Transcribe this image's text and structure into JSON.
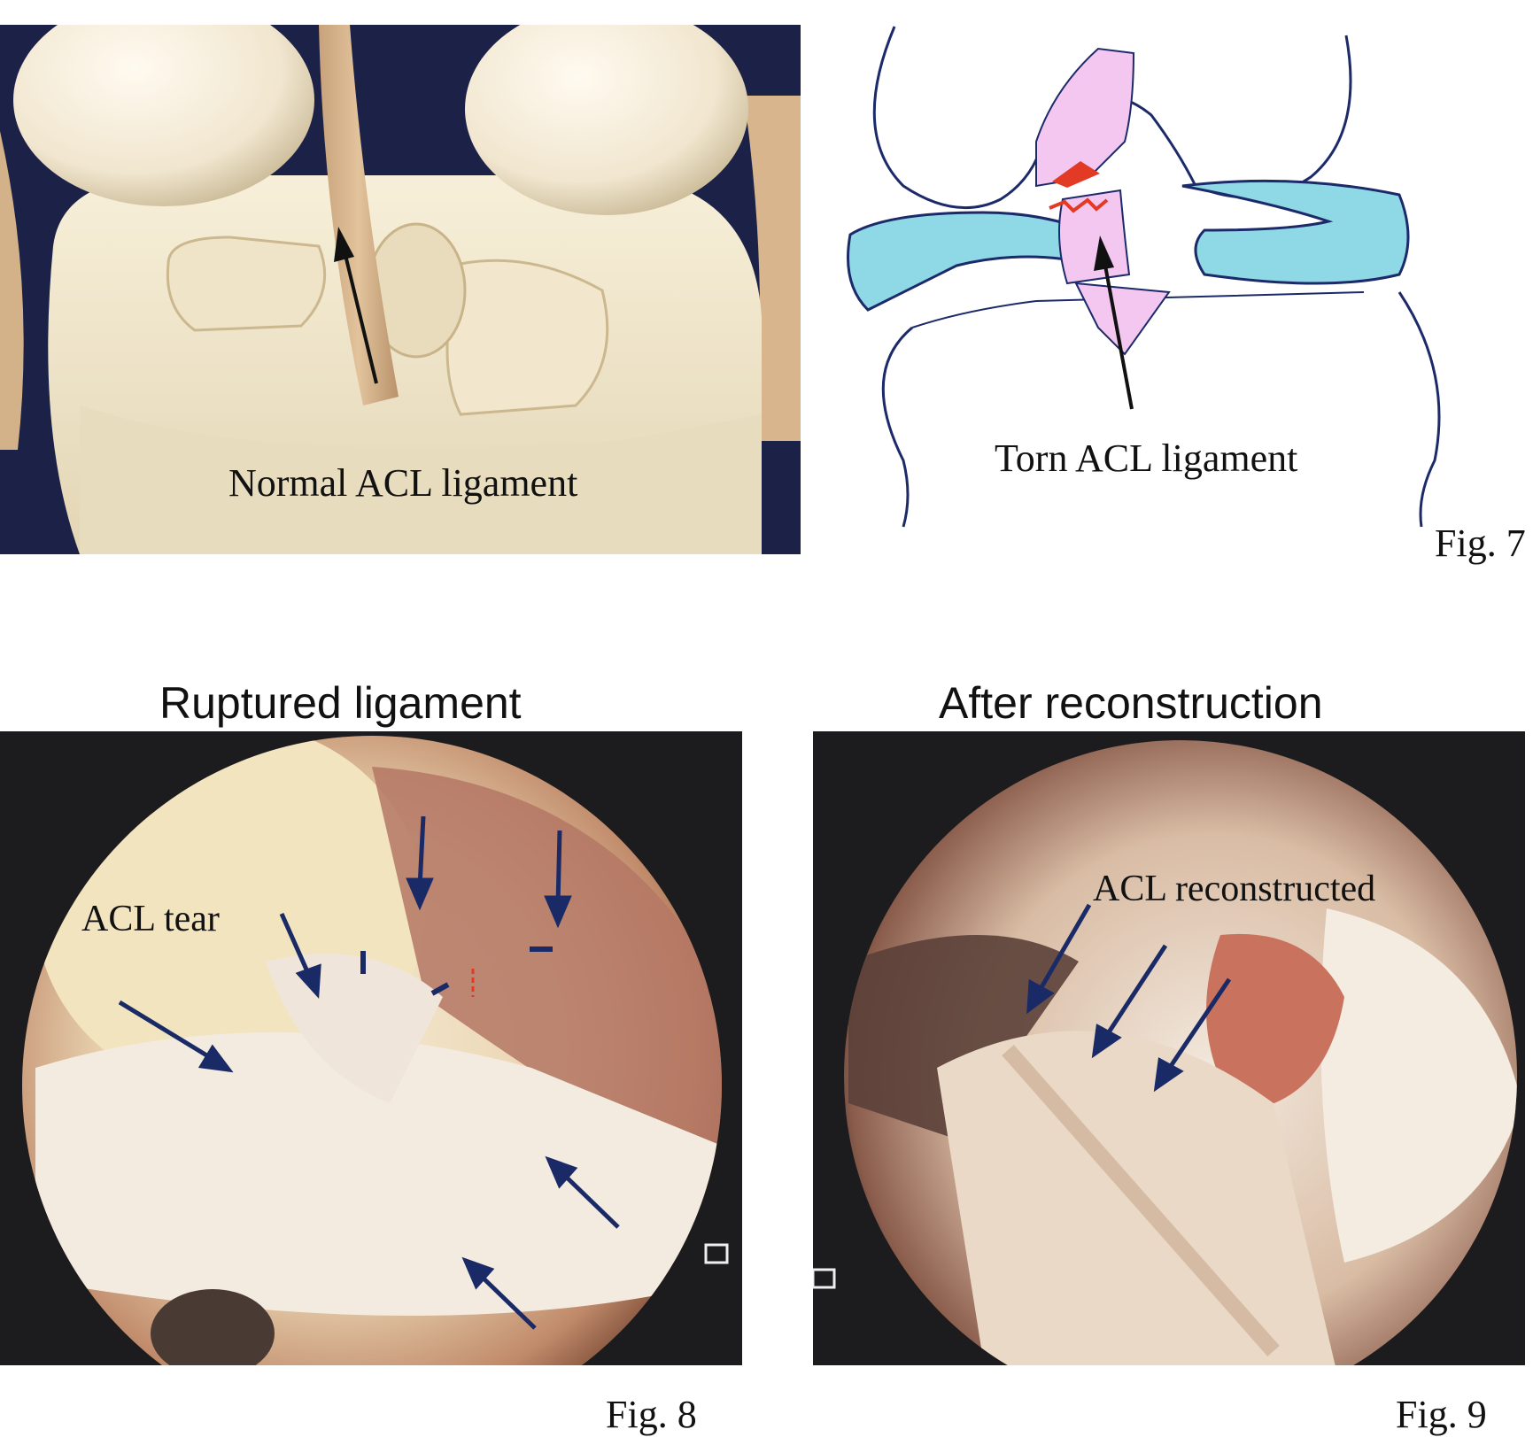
{
  "panels": {
    "model": {
      "label": "Normal ACL ligament"
    },
    "drawing": {
      "label": "Torn ACL ligament"
    },
    "rupture": {
      "title": "Ruptured ligament",
      "label": "ACL tear"
    },
    "reconstruction": {
      "title": "After reconstruction",
      "label": "ACL reconstructed"
    }
  },
  "figures": {
    "fig7": "Fig. 7",
    "fig8": "Fig. 8",
    "fig9": "Fig. 9"
  },
  "colors": {
    "arrow_black": "#111111",
    "arrow_navy": "#1a2a66",
    "meniscus": "#8fd9e6",
    "ligament_pink": "#f3c7ef",
    "tear_red": "#e23a24"
  }
}
